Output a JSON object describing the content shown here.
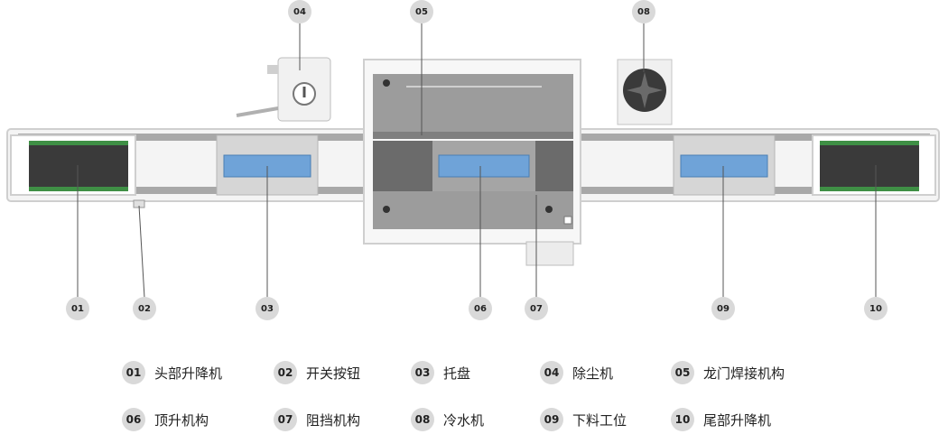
{
  "callouts": [
    "01",
    "02",
    "03",
    "04",
    "05",
    "06",
    "07",
    "08",
    "09",
    "10"
  ],
  "legend": [
    {
      "num": "01",
      "label": "头部升降机"
    },
    {
      "num": "02",
      "label": "开关按钮"
    },
    {
      "num": "03",
      "label": "托盘"
    },
    {
      "num": "04",
      "label": "除尘机"
    },
    {
      "num": "05",
      "label": "龙门焊接机构"
    },
    {
      "num": "06",
      "label": "顶升机构"
    },
    {
      "num": "07",
      "label": "阻挡机构"
    },
    {
      "num": "08",
      "label": "冷水机"
    },
    {
      "num": "09",
      "label": "下料工位"
    },
    {
      "num": "10",
      "label": "尾部升降机"
    }
  ],
  "colors": {
    "frame": "#e6e6e6",
    "rail": "#9a9a9a",
    "belt": "#3a3a3a",
    "belt_edge": "#3f8f45",
    "tray": "#6fa3d8",
    "housing": "#8c8c8c",
    "badge": "#d9d9d9",
    "leader": "#555555"
  }
}
